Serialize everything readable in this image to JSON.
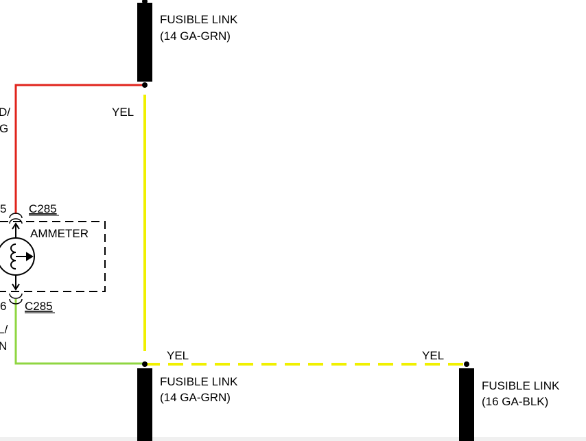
{
  "colors": {
    "background": "#ffffff",
    "wire_red": "#e0241c",
    "wire_yellow": "#f0f000",
    "wire_green": "#8fd641",
    "fusible_link": "#000000"
  },
  "fusible_links": {
    "top": {
      "line1": "FUSIBLE LINK",
      "line2": "(14 GA-GRN)"
    },
    "bottom_left": {
      "line1": "FUSIBLE LINK",
      "line2": "(14 GA-GRN)"
    },
    "bottom_right": {
      "line1": "FUSIBLE LINK",
      "line2": "(16 GA-BLK)"
    }
  },
  "wire_labels": {
    "yel_vertical": "YEL",
    "yel_dashed_left": "YEL",
    "yel_dashed_right": "YEL",
    "red_partial_top": "D/",
    "red_partial_bottom": "G",
    "green_partial_top": "L/",
    "green_partial_bottom": "N"
  },
  "connectors": {
    "top": {
      "pin": "5",
      "name": "C285"
    },
    "bottom": {
      "pin": "6",
      "name": "C285"
    }
  },
  "ammeter": {
    "label": "AMMETER"
  }
}
